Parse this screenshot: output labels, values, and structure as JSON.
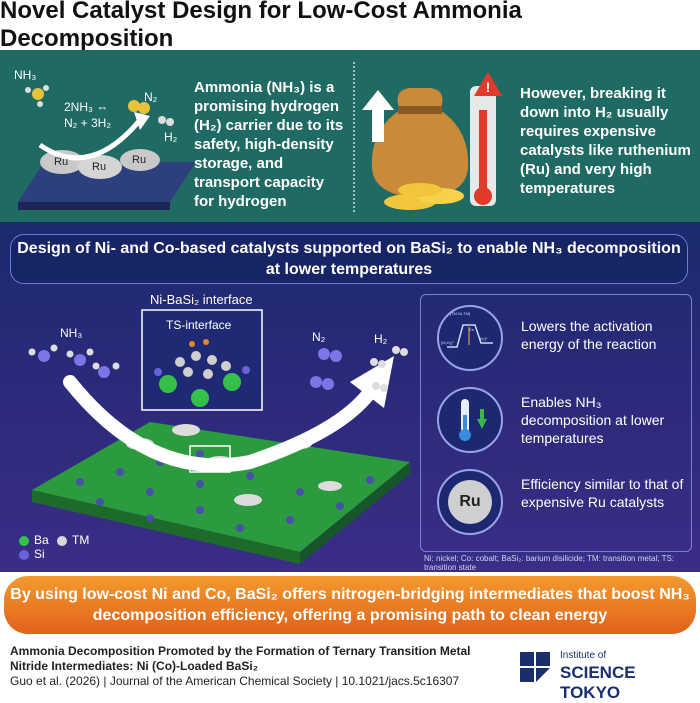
{
  "title": "Novel Catalyst Design for Low-Cost Ammonia Decomposition",
  "top": {
    "left_text": "Ammonia (NH₃) is a promising hydrogen (H₂) carrier due to its safety, high-density storage, and transport capacity for hydrogen",
    "right_text": "However, breaking it down into H₂ usually requires expensive catalysts like ruthenium (Ru) and very high temperatures",
    "diagram": {
      "nh3": "NH₃",
      "equation_line1": "2NH₃ ⇔",
      "equation_line2": "N₂ + 3H₂",
      "n2": "N₂",
      "h2": "H₂",
      "ru": "Ru"
    }
  },
  "banner": "Design of Ni- and Co-based catalysts supported on BaSi₂ to enable NH₃ decomposition at lower temperatures",
  "mid": {
    "interface_label": "Ni-BaSi₂ interface",
    "ts_label": "TS-interface",
    "nh3": "NH₃",
    "n2": "N₂",
    "h2": "H₂",
    "legend": {
      "ba": "Ba",
      "si": "Si",
      "tm": "TM"
    },
    "benefits": [
      "Lowers the activation energy of the reaction",
      "Enables NH₃ decomposition at lower temperatures",
      "Efficiency similar to that of expensive Ru catalysts"
    ],
    "ru_badge": "Ru",
    "abbreviations": "Ni: nickel; Co: cobalt; BaSi₂: barium disilicide; TM: transition metal; TS: transition state",
    "energy_diagram": {
      "tm_ni_tm": "[TM-Ni-TM]",
      "ea": "Ea",
      "left_state": "[N₃H₃]*",
      "right_state": "[N₂]*"
    }
  },
  "conclusion": "By using low-cost Ni and Co, BaSi₂ offers nitrogen-bridging intermediates that boost NH₃ decomposition efficiency, offering a promising path to clean energy",
  "citation": {
    "title": "Ammonia Decomposition Promoted by the Formation of Ternary Transition Metal Nitride Intermediates: Ni (Co)-Loaded BaSi₂",
    "ref": "Guo et al. (2026) | Journal of the American Chemical Society | 10.1021/jacs.5c16307"
  },
  "logo": {
    "line1": "Institute of",
    "line2": "SCIENCE TOKYO"
  },
  "colors": {
    "teal": "#1f6a63",
    "navy": "#1c2a6e",
    "orange": "#e8731f",
    "green_atom": "#35c04a",
    "purple_atom": "#6a62d8"
  }
}
